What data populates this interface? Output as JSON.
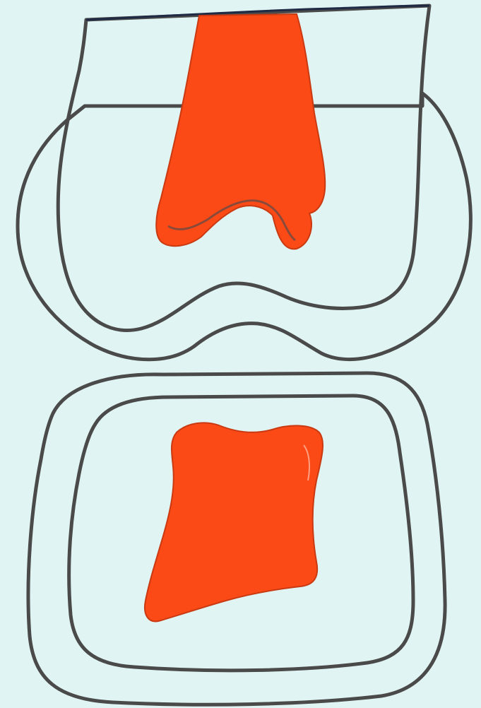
{
  "colors": {
    "background": "#e0f5f3",
    "cartilage": "#efefb9",
    "bone": "#ffffff",
    "lesion": "#fc4a17",
    "outline": "#4a4a4a"
  },
  "structures": {
    "upper_bone": {
      "name": "upper-bone",
      "parts": [
        "cartilage-layer",
        "bone",
        "lesion"
      ]
    },
    "lower_bone": {
      "name": "lower-bone",
      "parts": [
        "cartilage-layer",
        "bone",
        "lesion"
      ]
    }
  }
}
